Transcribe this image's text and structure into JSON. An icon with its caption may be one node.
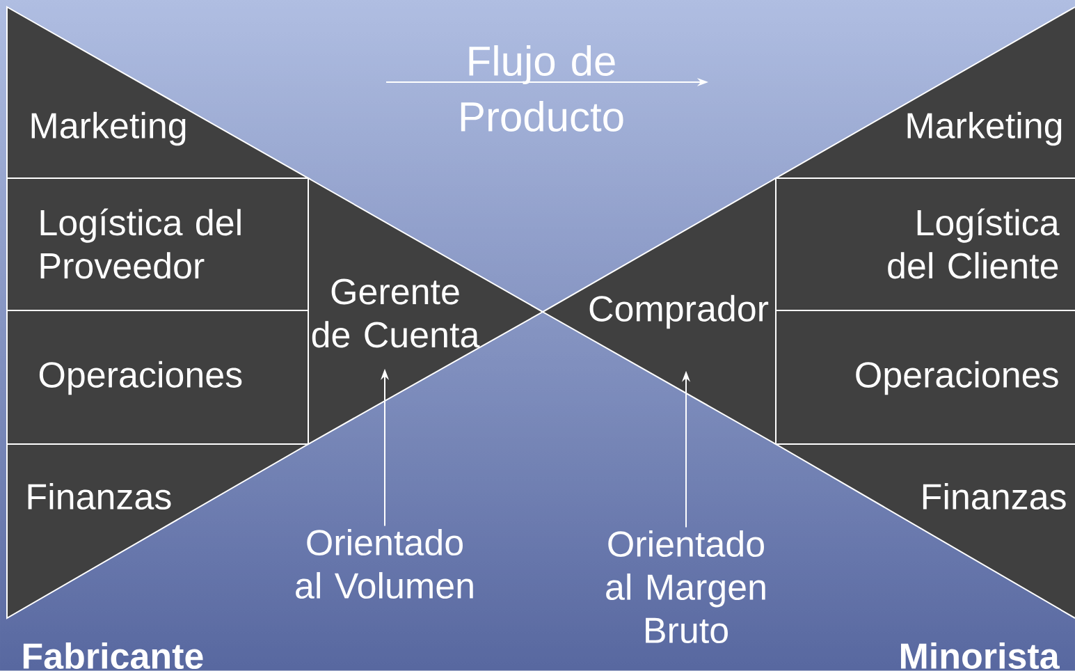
{
  "diagram": {
    "nodes": [
      {
        "text": [
          "Marketing"
        ]
      },
      {
        "text": [
          "Logística del Proveedor"
        ]
      },
      {
        "text": [
          "Operaciones"
        ]
      },
      {
        "text": [
          "Finanzas"
        ]
      },
      {
        "text": [
          "Gerente de Cuenta"
        ]
      },
      {
        "text": [
          "Marketing"
        ]
      },
      {
        "text": [
          "Logística del Cliente"
        ]
      },
      {
        "text": [
          "Operaciones"
        ]
      },
      {
        "text": [
          "Finanzas"
        ]
      },
      {
        "text": [
          "Comprador"
        ]
      },
      {
        "text": [
          "Orientado al Volumen"
        ]
      },
      {
        "text": [
          "Orientado al Margen Bruto"
        ]
      }
    ],
    "edges": [
      {
        "from": 10,
        "to": 4,
        "arrow": "to"
      },
      {
        "from": 11,
        "to": 9,
        "arrow": "to"
      }
    ],
    "labels": [
      "Flujo de Producto",
      "Fabricante",
      "Minorista"
    ]
  }
}
